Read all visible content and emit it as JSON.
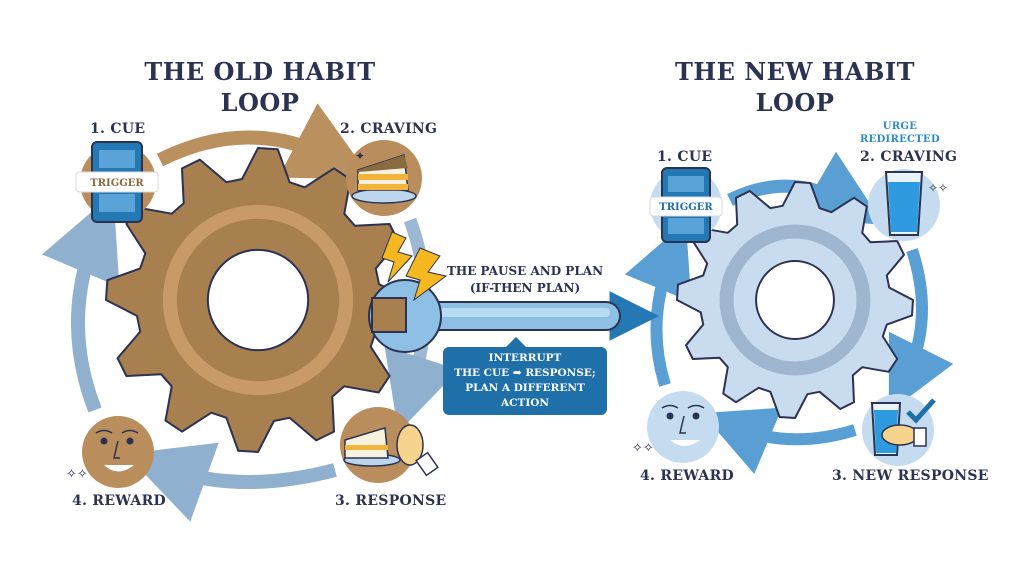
{
  "old_loop": {
    "title_line1": "THE OLD HABIT",
    "title_line2": "LOOP",
    "steps": [
      {
        "label": "1. CUE",
        "icon": "phone-trigger-icon",
        "badge": "TRIGGER"
      },
      {
        "label": "2. CRAVING",
        "icon": "cake-icon"
      },
      {
        "label": "3. RESPONSE",
        "icon": "cake-hand-icon"
      },
      {
        "label": "4. REWARD",
        "icon": "smiling-face-icon"
      }
    ],
    "colors": {
      "gear": "#a87f4e",
      "gear_light": "#c89a68",
      "circle": "#b98d5c",
      "arrow": "#bb905f",
      "return_arrow": "#8fb0cf"
    }
  },
  "bridge": {
    "title_line1": "THE PAUSE AND PLAN",
    "title_line2": "(IF-THEN PLAN)",
    "box_line1": "INTERRUPT",
    "box_line2_a": "THE CUE",
    "box_line2_b": "RESPONSE;",
    "box_line3": "PLAN A DIFFERENT ACTION",
    "arrow_glyph": "➡",
    "icon": "wrench-icon",
    "colors": {
      "box": "#1f6fa8",
      "wrench": "#8ec0e6",
      "arrow": "#2479b5",
      "lightning": "#f5b820"
    }
  },
  "new_loop": {
    "title_line1": "THE NEW HABIT",
    "title_line2": "LOOP",
    "craving_note_line1": "URGE",
    "craving_note_line2": "REDIRECTED",
    "steps": [
      {
        "label": "1. CUE",
        "icon": "phone-trigger-icon",
        "badge": "TRIGGER"
      },
      {
        "label": "2. CRAVING",
        "icon": "water-glass-icon"
      },
      {
        "label": "3. NEW RESPONSE",
        "icon": "hand-glass-check-icon"
      },
      {
        "label": "4. REWARD",
        "icon": "smiling-face-icon"
      }
    ],
    "colors": {
      "gear": "#c9dcef",
      "circle": "#c5dcf0",
      "arrow": "#5a9fd4"
    }
  }
}
